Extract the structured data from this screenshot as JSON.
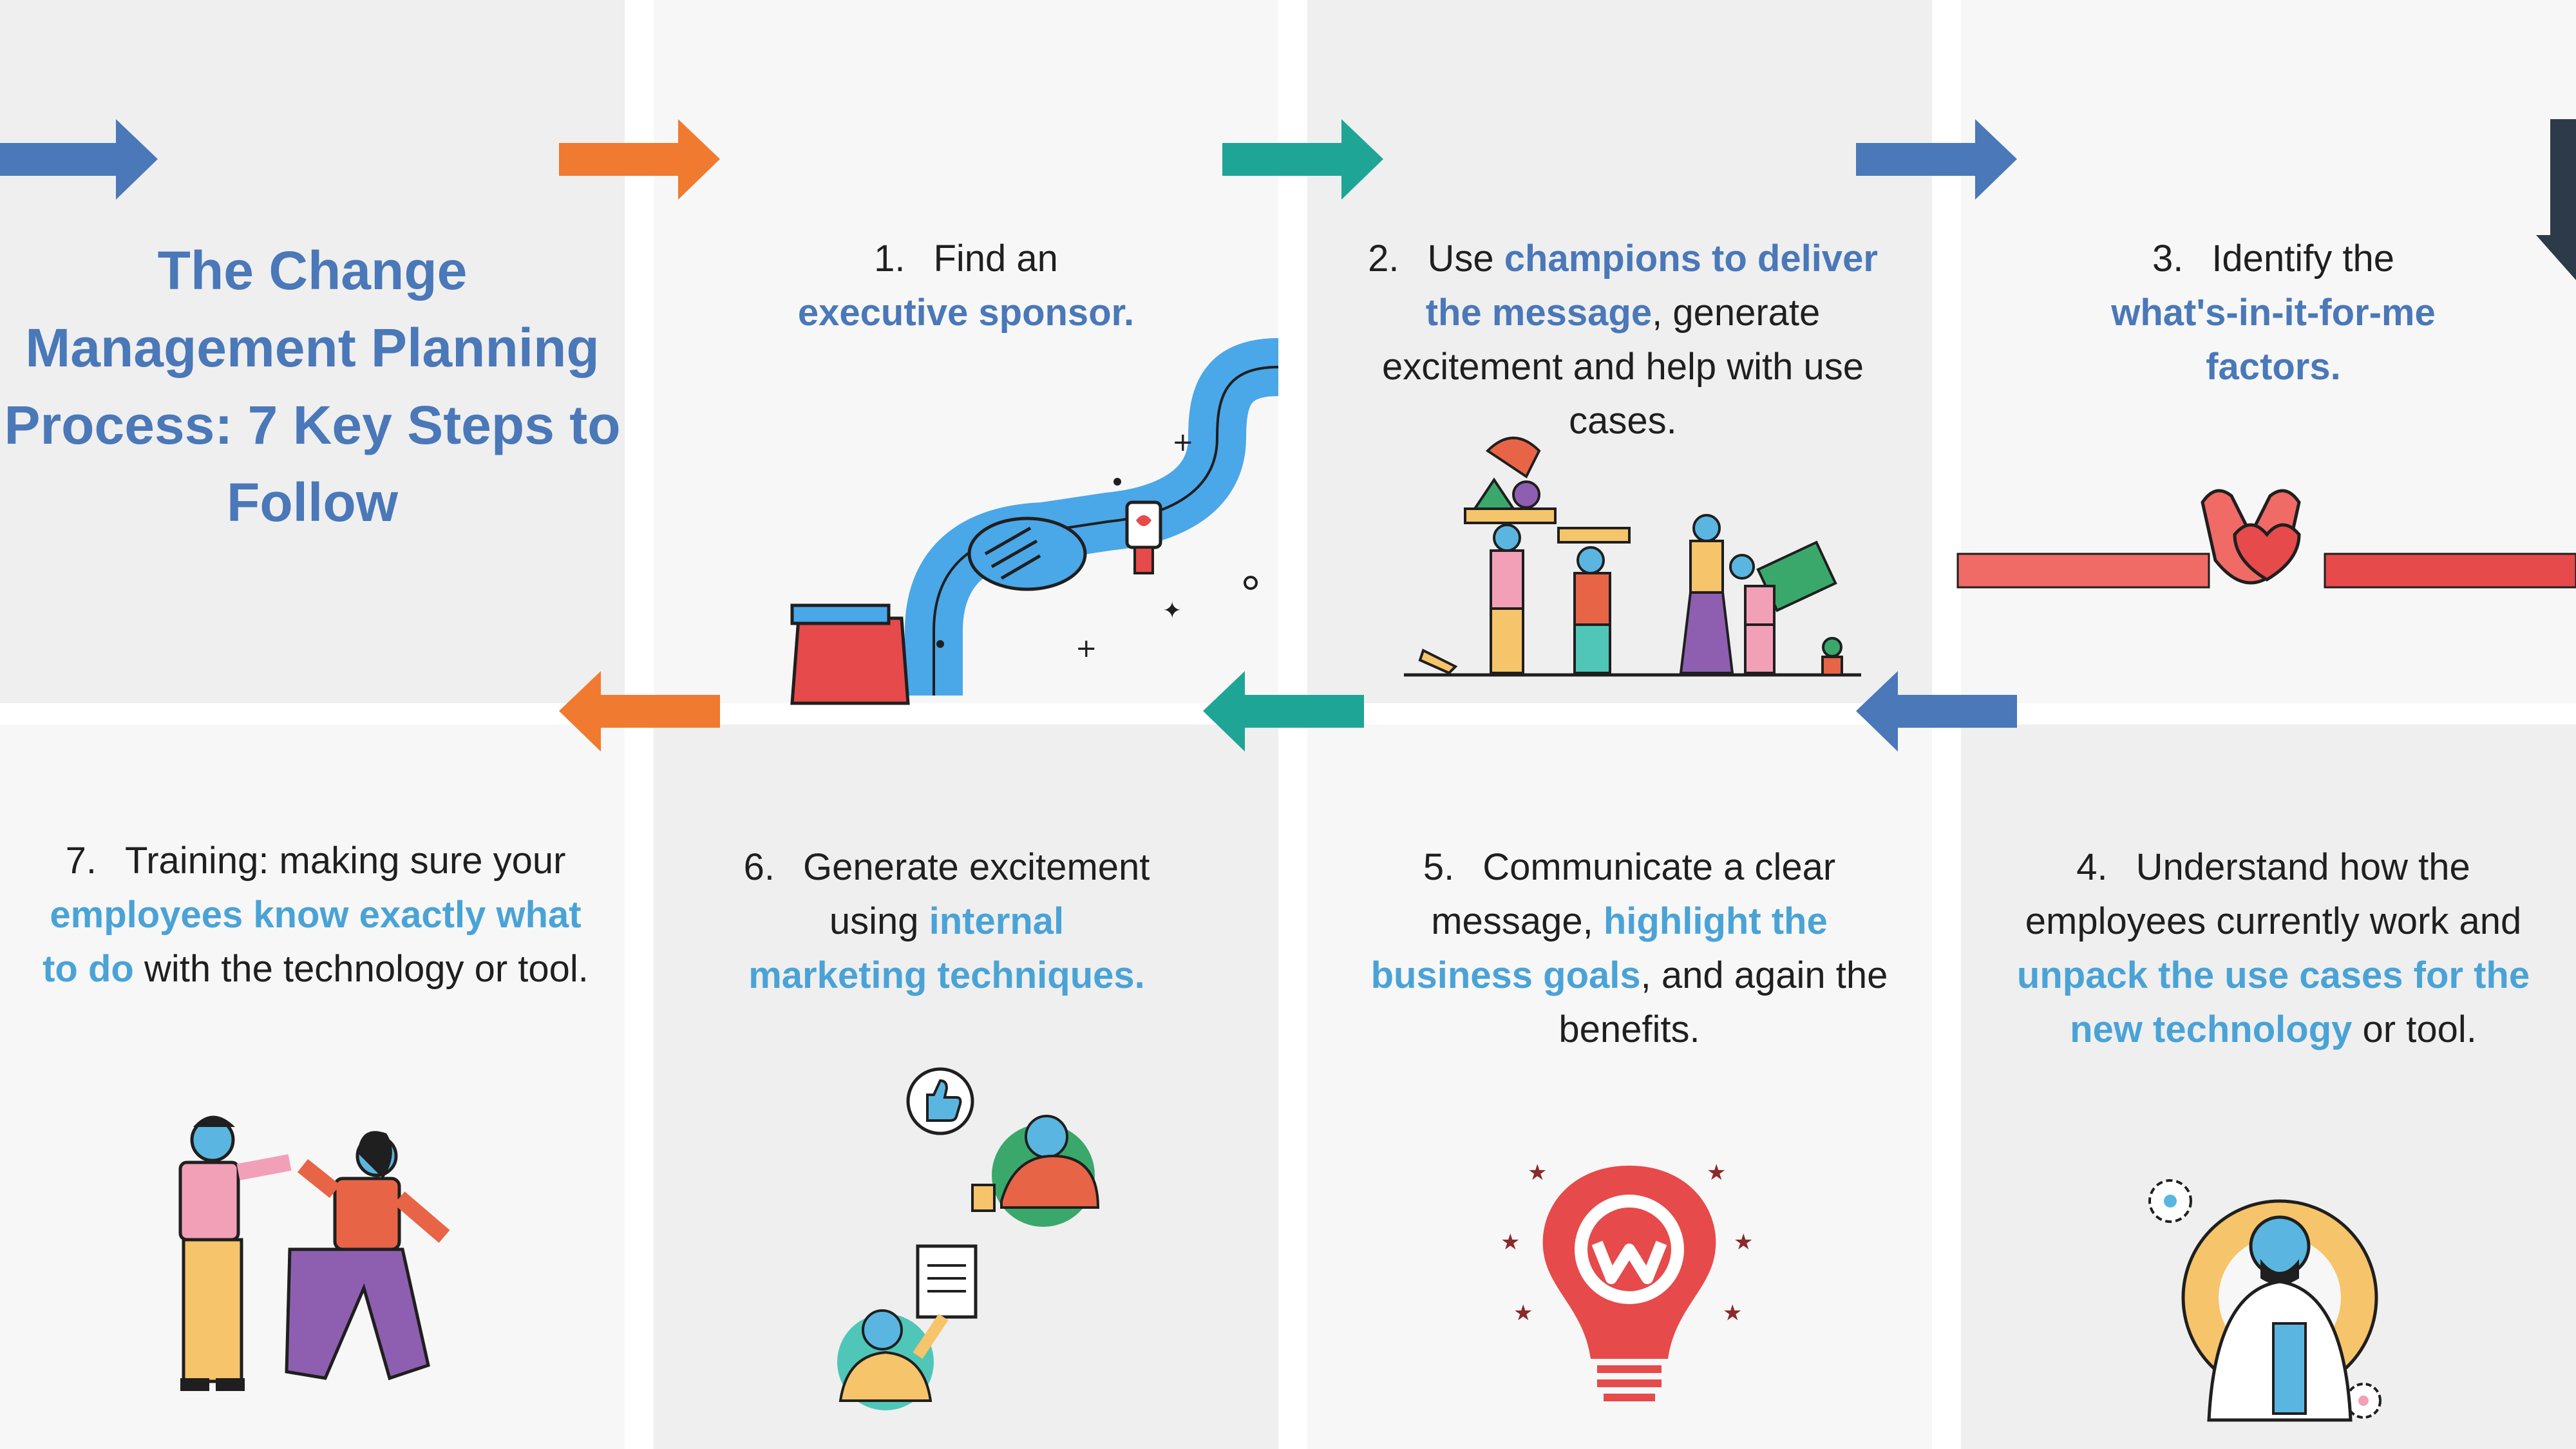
{
  "title": "The Change Management Planning Process: 7 Key Steps to Follow",
  "steps": {
    "s1": {
      "num": "1.",
      "a": "Find an",
      "b": "executive sponsor."
    },
    "s2": {
      "num": "2.",
      "a": "Use",
      "b": "champions to deliver the message",
      "c": ", generate excitement and help with use cases."
    },
    "s3": {
      "num": "3.",
      "a": "Identify the",
      "b": "what's-in-it-for-me factors."
    },
    "s4": {
      "num": "4.",
      "a": "Understand how the employees currently work and",
      "b": "unpack the use cases for the new technology",
      "c": "or tool."
    },
    "s5": {
      "num": "5.",
      "a": "Communicate a clear message,",
      "b": "highlight the business goals",
      "c": ", and again the benefits."
    },
    "s6": {
      "num": "6.",
      "a": "Generate excitement using",
      "b": "internal marketing techniques."
    },
    "s7": {
      "num": "7.",
      "a": "Training: making sure your",
      "b": "employees know exactly what to do",
      "c": "with the technology or tool."
    }
  },
  "colors": {
    "arrow_blue": "#4a78b8",
    "arrow_orange": "#f07a2f",
    "arrow_teal": "#1fa596",
    "arrow_dark": "#2d3a4a",
    "highlight_blue": "#4a78b8",
    "highlight_sky": "#4aa3d6",
    "panel_dark": "#efefef",
    "panel_light": "#f7f7f7"
  },
  "icons": [
    "handshake-icon",
    "heart-hands-icon",
    "team-carrying-blocks-icon",
    "lightbulb-logo-icon",
    "thumbs-up-icon",
    "document-icon",
    "fist-bump-icon",
    "thinking-person-gear-icon"
  ]
}
